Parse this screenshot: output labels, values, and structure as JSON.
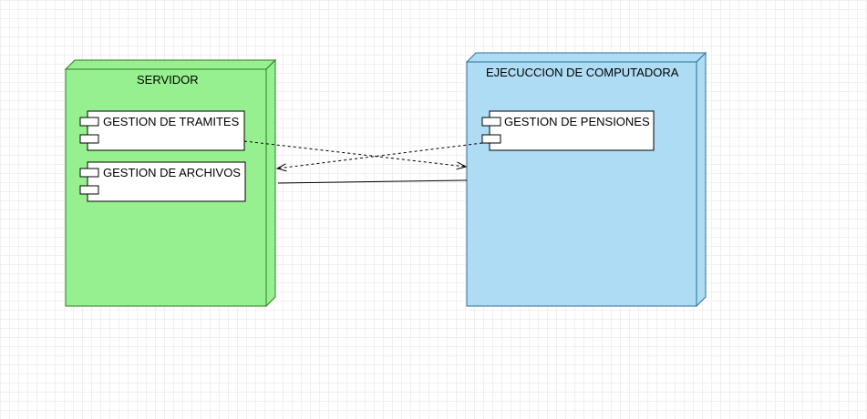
{
  "diagram": {
    "nodes": [
      {
        "id": "servidor",
        "title": "SERVIDOR",
        "fill": "#97f08f",
        "stroke": "#2d7a2a",
        "components": [
          {
            "id": "gestion-tramites",
            "label": "GESTION DE TRAMITES"
          },
          {
            "id": "gestion-archivos",
            "label": "GESTION DE ARCHIVOS"
          }
        ]
      },
      {
        "id": "computadora",
        "title": "EJECUCCION DE COMPUTADORA",
        "fill": "#addcf4",
        "stroke": "#2c6f96",
        "components": [
          {
            "id": "gestion-pensiones",
            "label": "GESTION DE PENSIONES"
          }
        ]
      }
    ],
    "edges": [
      {
        "from": "gestion-tramites",
        "to": "computadora",
        "style": "dashed",
        "arrow": "open"
      },
      {
        "from": "gestion-pensiones",
        "to": "servidor",
        "style": "dashed",
        "arrow": "open"
      },
      {
        "from": "servidor",
        "to": "computadora",
        "style": "solid",
        "arrow": "none"
      }
    ]
  }
}
